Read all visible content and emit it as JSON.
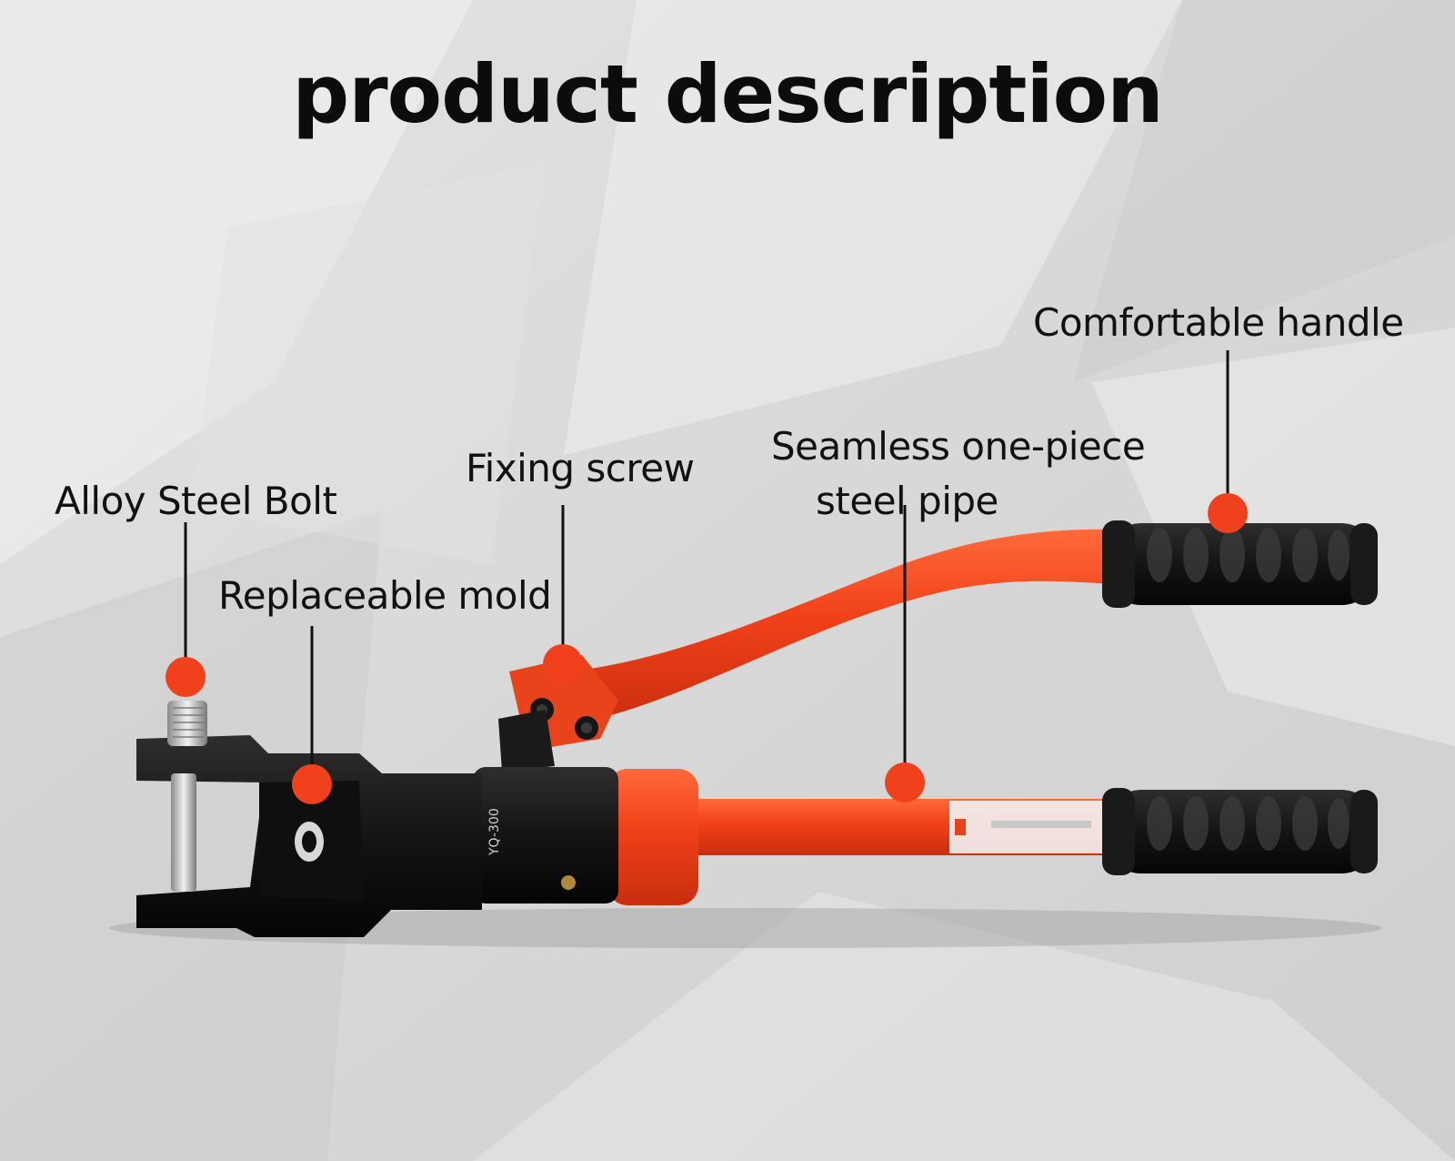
{
  "title": "product description",
  "callouts": {
    "alloy_steel_bolt": "Alloy Steel Bolt",
    "replaceable_mold": "Replaceable mold",
    "fixing_screw": "Fixing screw",
    "steel_pipe_line1": "Seamless one-piece",
    "steel_pipe_line2": "steel pipe",
    "comfortable_handle": "Comfortable handle"
  },
  "colors": {
    "accent_orange": "#f0401c",
    "body_black": "#111111",
    "background": "#dcdcdc"
  }
}
